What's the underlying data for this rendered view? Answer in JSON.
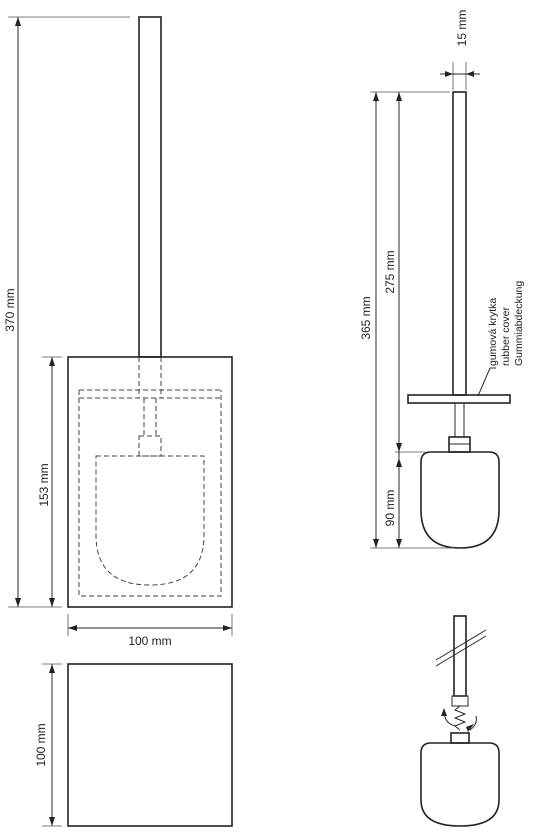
{
  "dimensions": {
    "total_height": "370 mm",
    "holder_height": "153 mm",
    "holder_width": "100 mm",
    "holder_depth": "100 mm",
    "brush_length": "365 mm",
    "handle_length": "275 mm",
    "head_height": "90 mm",
    "handle_diameter": "15 mm"
  },
  "rubber_cover_label": {
    "czech": "gumová krytka",
    "english": "rubber cover",
    "german": "Gummiabdeckung"
  },
  "colors": {
    "line": "#2a2a2a",
    "background": "#ffffff"
  }
}
